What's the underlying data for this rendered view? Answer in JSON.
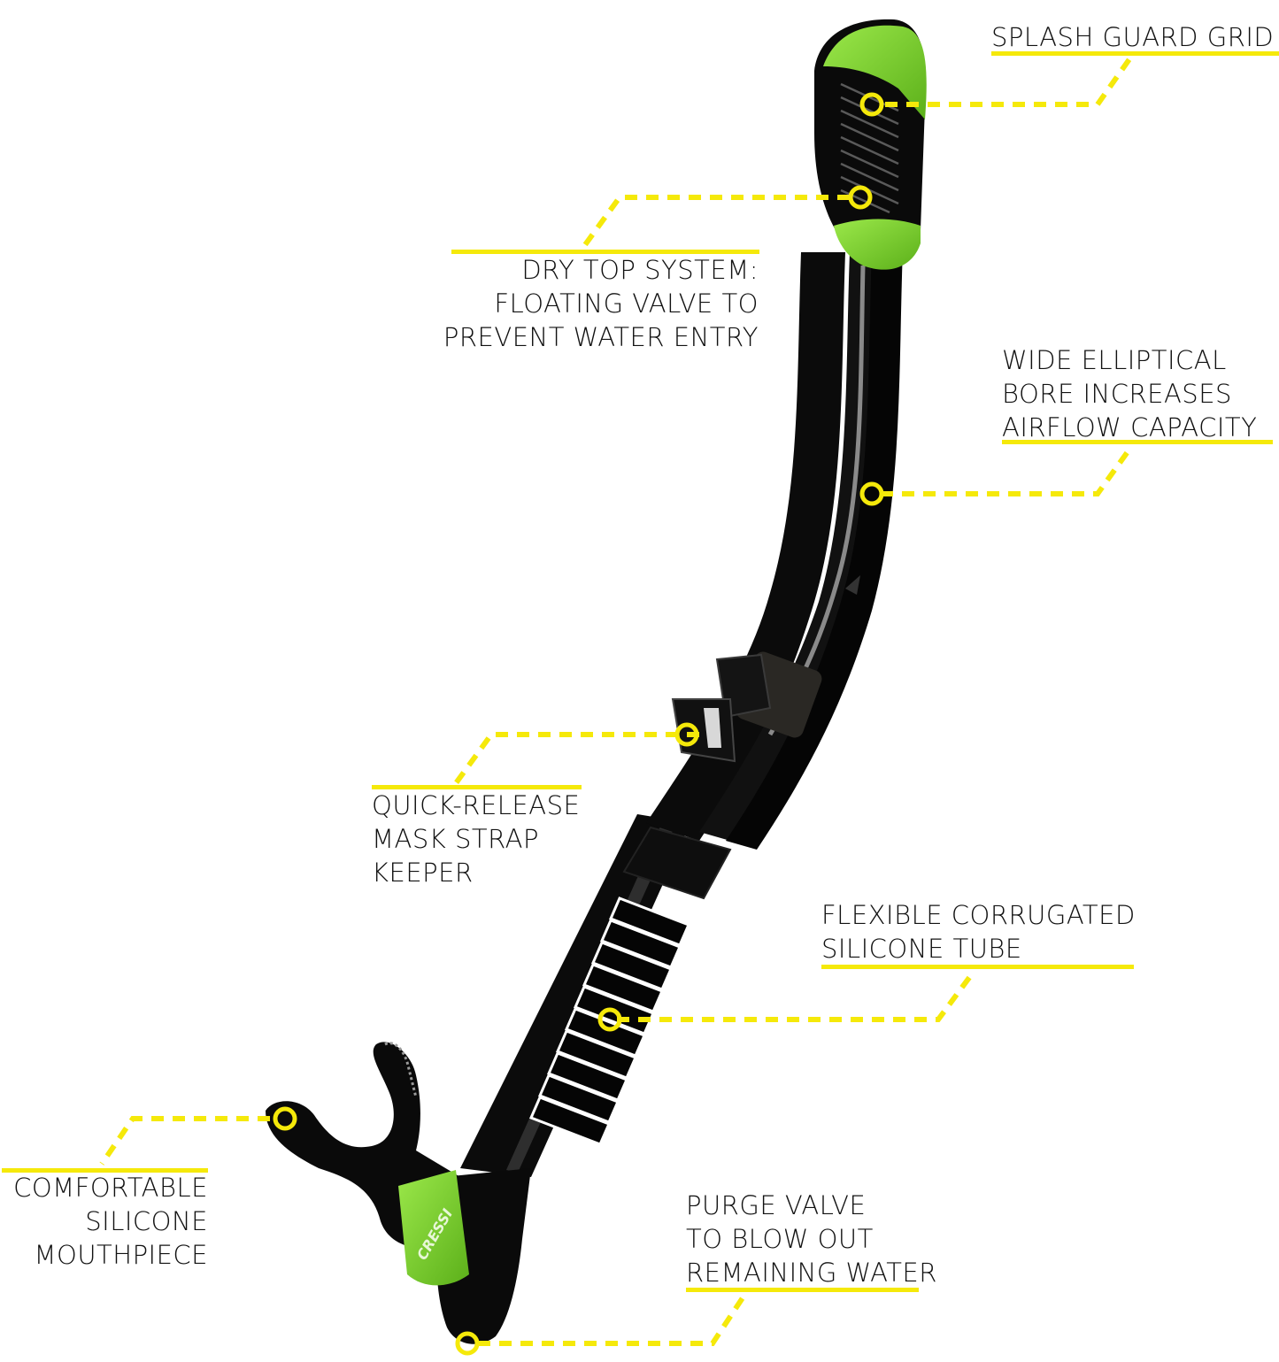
{
  "colors": {
    "callout_yellow": "#f5e90a",
    "tube_black": "#0b0b0b",
    "accent_green": "#7ed321",
    "text": "#111111",
    "background": "#ffffff"
  },
  "product": {
    "brand_logo": "CRESSI"
  },
  "callouts": {
    "splash_guard": {
      "lines": [
        "SPLASH GUARD GRID"
      ]
    },
    "dry_top": {
      "lines": [
        "DRY TOP SYSTEM:",
        "FLOATING VALVE TO",
        "PREVENT WATER ENTRY"
      ]
    },
    "elliptical_bore": {
      "lines": [
        "WIDE ELLIPTICAL",
        "BORE INCREASES",
        "AIRFLOW CAPACITY"
      ]
    },
    "strap_keeper": {
      "lines": [
        "QUICK-RELEASE",
        "MASK STRAP",
        "KEEPER"
      ]
    },
    "corrugated_tube": {
      "lines": [
        "FLEXIBLE CORRUGATED",
        "SILICONE TUBE"
      ]
    },
    "mouthpiece": {
      "lines": [
        "COMFORTABLE",
        "SILICONE",
        "MOUTHPIECE"
      ]
    },
    "purge_valve": {
      "lines": [
        "PURGE VALVE",
        "TO BLOW OUT",
        "REMAINING WATER"
      ]
    }
  }
}
